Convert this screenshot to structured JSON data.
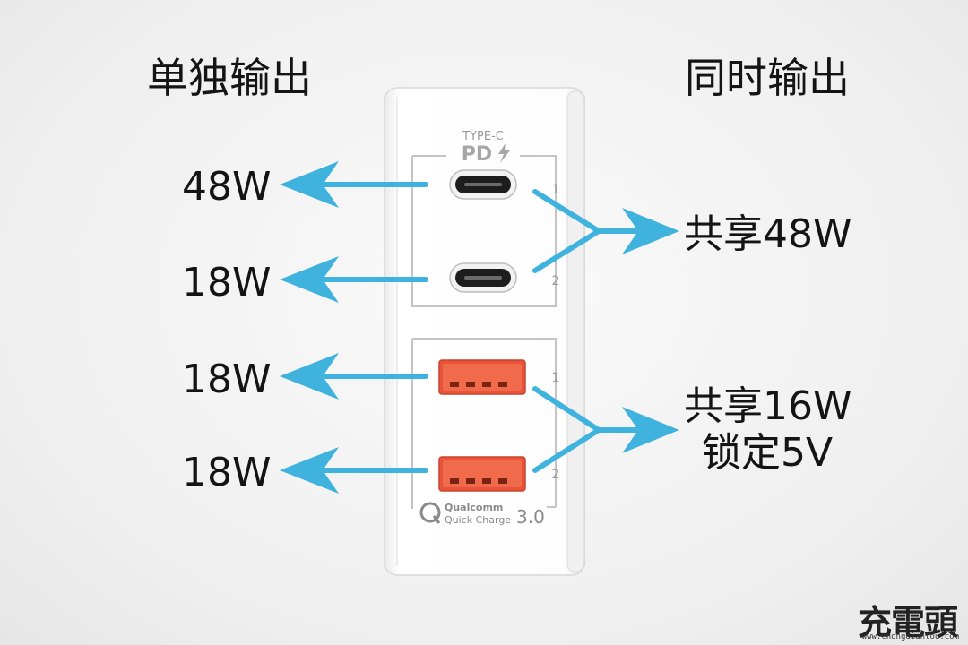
{
  "headings": {
    "left": "单独输出",
    "right": "同时输出"
  },
  "left_outputs": [
    {
      "port": "type-c-1",
      "watts": "48W"
    },
    {
      "port": "type-c-2",
      "watts": "18W"
    },
    {
      "port": "usb-a-1",
      "watts": "18W"
    },
    {
      "port": "usb-a-2",
      "watts": "18W"
    }
  ],
  "right_outputs": {
    "type_c_shared": "共享48W",
    "usb_a_shared_line1": "共享16W",
    "usb_a_shared_line2": "锁定5V"
  },
  "charger_labels": {
    "type_c": "TYPE-C",
    "pd": "PD",
    "port_num_1": "1",
    "port_num_2": "2",
    "qualcomm": "Qualcomm",
    "quick_charge": "Quick Charge",
    "qc_version": "3.0"
  },
  "watermark": {
    "brand": "充電頭",
    "url": "www.chongdiantou.com"
  },
  "colors": {
    "arrow": "#3fb3de",
    "usb_port": "#e8533a",
    "charger_body": "#ffffff",
    "outline": "#bdbdbd"
  },
  "icons": [
    "lightning-icon",
    "qualcomm-logo-icon",
    "arrow-icon"
  ]
}
